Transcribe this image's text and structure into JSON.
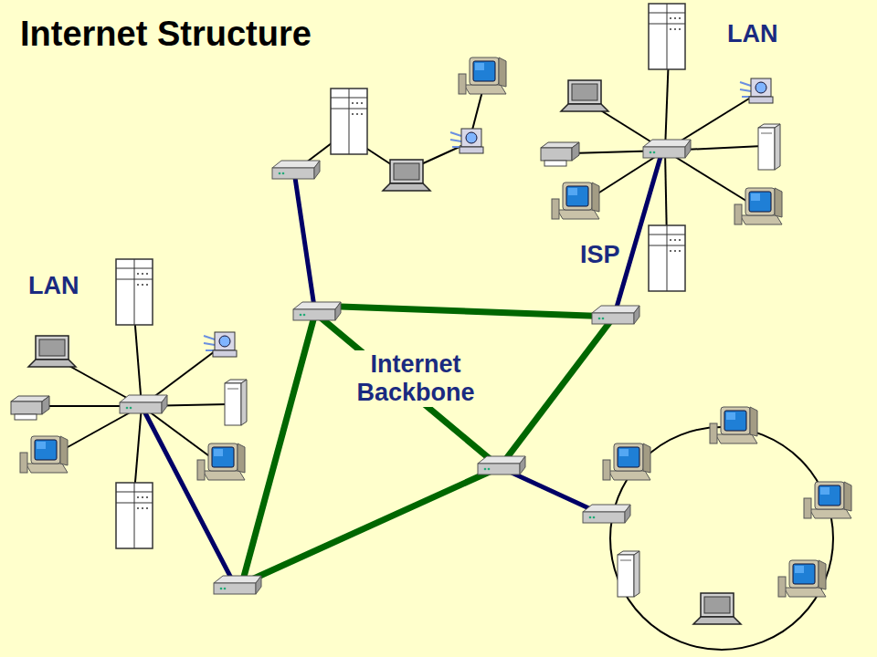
{
  "diagram": {
    "title": "Internet Structure",
    "labels": [
      "LAN",
      "LAN",
      "ISP",
      "Internet Backbone"
    ]
  }
}
